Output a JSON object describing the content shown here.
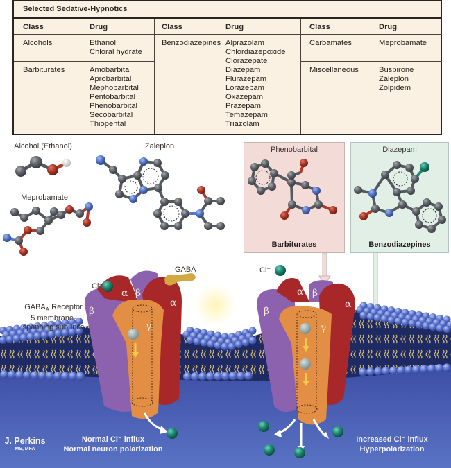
{
  "table": {
    "title": "Selected Sedative-Hypnotics",
    "column_headers": {
      "class": "Class",
      "drug": "Drug"
    },
    "groups": [
      {
        "rows": [
          {
            "class": "Alcohols",
            "drugs": [
              "Ethanol",
              "Chloral hydrate"
            ]
          },
          {
            "class": "Barbiturates",
            "drugs": [
              "Amobarbital",
              "Aprobarbital",
              "Mephobarbital",
              "Pentobarbital",
              "Phenobarbital",
              "Secobarbital",
              "Thiopental"
            ]
          }
        ]
      },
      {
        "rows": [
          {
            "class": "Benzodiazepines",
            "drugs": [
              "Alprazolam",
              "Chlordiazepoxide",
              "Clorazepate",
              "Diazepam",
              "Flurazepam",
              "Lorazepam",
              "Oxazepam",
              "Prazepam",
              "Temazepam",
              "Triazolam"
            ]
          }
        ]
      },
      {
        "rows": [
          {
            "class": "Carbamates",
            "drugs": [
              "Meprobamate"
            ]
          },
          {
            "class": "Miscellaneous",
            "drugs": [
              "Buspirone",
              "Zaleplon",
              "Zolpidem"
            ]
          }
        ]
      }
    ]
  },
  "molecules": {
    "alcohol": "Alcohol (Ethanol)",
    "meprobamate": "Meprobamate",
    "zaleplon": "Zaleplon",
    "phenobarbital": {
      "name": "Phenobarbital",
      "class_label": "Barbiturates"
    },
    "diazepam": {
      "name": "Diazepam",
      "class_label": "Benzodiazepines"
    }
  },
  "receptor": {
    "label_line1": "GABA",
    "label_sub": "A",
    "label_line1_rest": " Receptor",
    "label_line2": "5 membrane-",
    "label_line3": "spanning subunits",
    "gaba_label": "GABA",
    "chloride_label": "Cl⁻",
    "subunits": {
      "alpha": "α",
      "beta": "β",
      "gamma": "γ"
    }
  },
  "captions": {
    "left_line1": "Normal Cl⁻ influx",
    "left_line2": "Normal neuron polarization",
    "right_line1": "Increased Cl⁻ influx",
    "right_line2": "Hyperpolarization"
  },
  "credit": {
    "name": "J. Perkins",
    "degrees": "MS, MFA"
  },
  "colors": {
    "table_bg": "#faf1e3",
    "barbiturate_box": "#f3dcd8",
    "benzodiazepine_box": "#e2efe7",
    "carbon": "#5c6066",
    "oxygen": "#b0392a",
    "nitrogen": "#5577c8",
    "hydrogen": "#e2e2e2",
    "chlorine_atom": "#1e8a78",
    "alpha_subunit": "#a8282a",
    "beta_subunit": "#8c62ae",
    "gamma_subunit": "#e28e44",
    "gaba_ligand": "#d3a840",
    "chloride_ion": "#1f8a74",
    "membrane_head": "#5a72cc",
    "membrane_core": "#1f2a63",
    "cytoplasm": "#5068bb"
  }
}
